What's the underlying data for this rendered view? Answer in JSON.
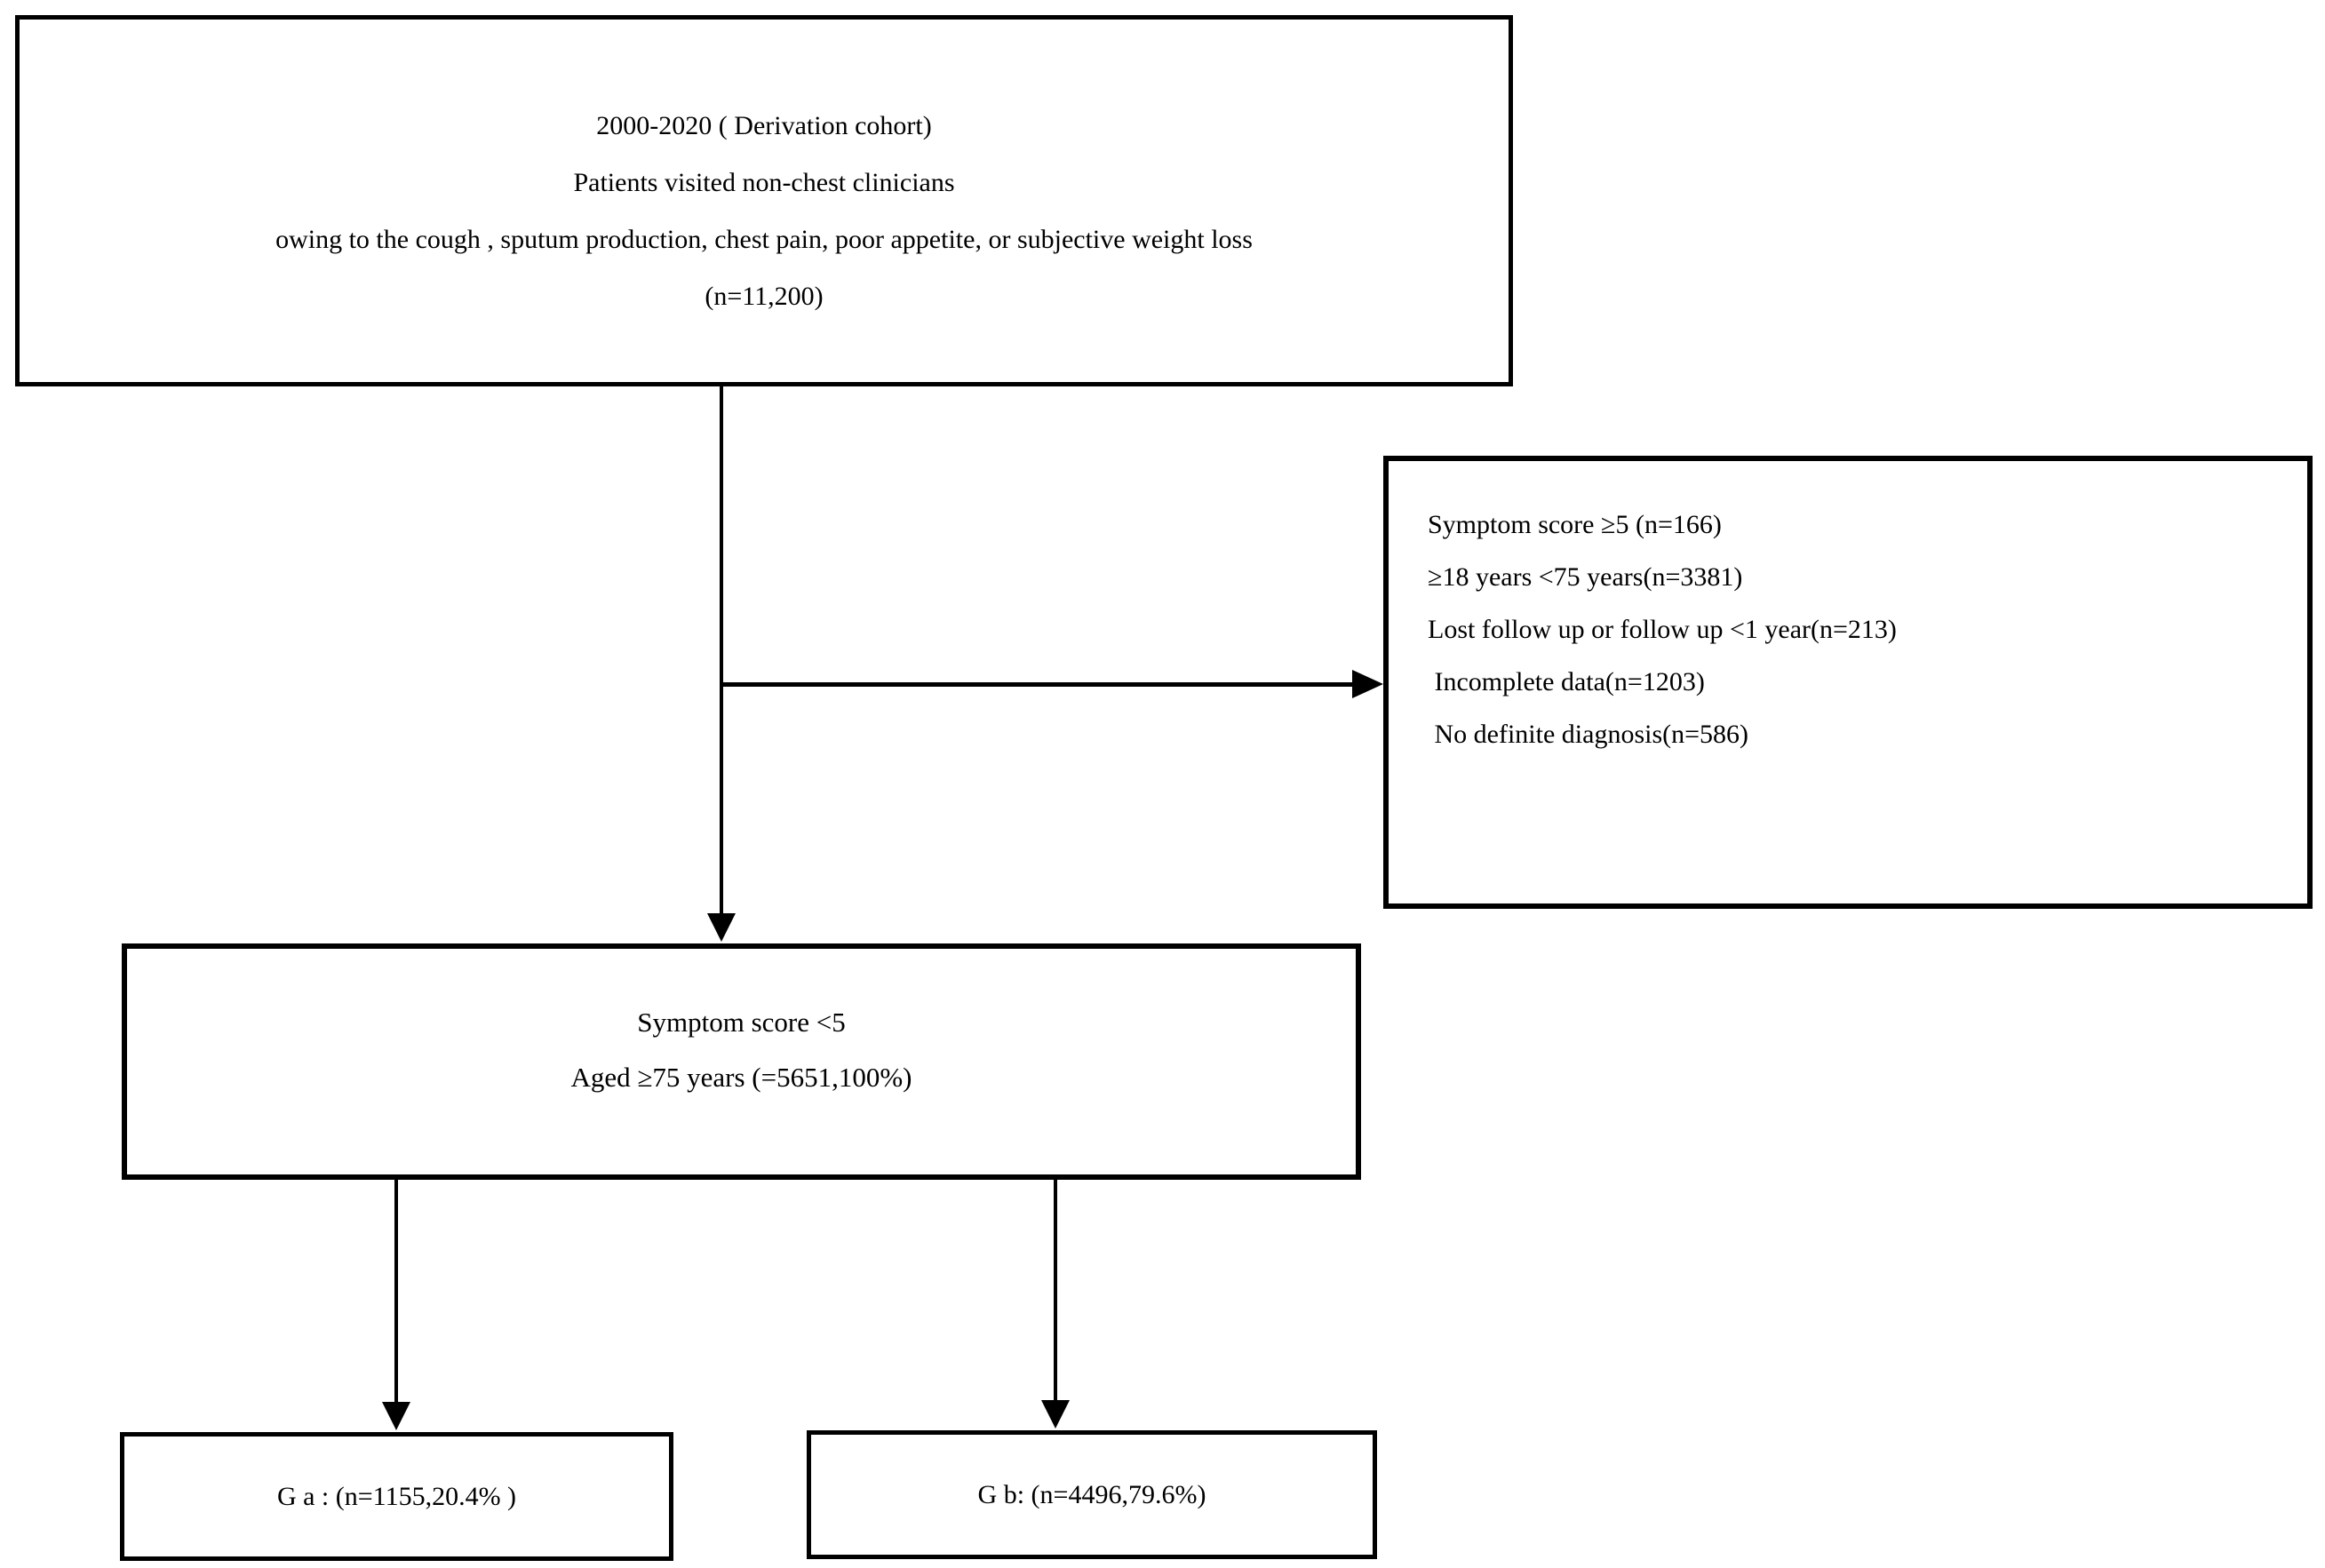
{
  "colors": {
    "line": "#000000",
    "text": "#000000",
    "background": "#ffffff"
  },
  "boxes": {
    "top": {
      "lines": [
        "2000-2020 ( Derivation cohort)",
        "Patients visited non-chest clinicians",
        "owing to the cough , sputum production, chest pain, poor appetite, or subjective weight loss",
        "(n=11,200)"
      ]
    },
    "exclusion": {
      "lines": [
        "Symptom score ≥5 (n=166)",
        "≥18 years <75 years(n=3381)",
        "Lost follow up or follow up <1 year(n=213)",
        " Incomplete data(n=1203)",
        " No definite diagnosis(n=586)"
      ]
    },
    "middle": {
      "lines": [
        "Symptom score <5",
        "Aged ≥75 years (=5651,100%)"
      ]
    },
    "group_a": {
      "label": "G a : (n=1155,20.4% )"
    },
    "group_b": {
      "label": "G b: (n=4496,79.6%)"
    }
  }
}
